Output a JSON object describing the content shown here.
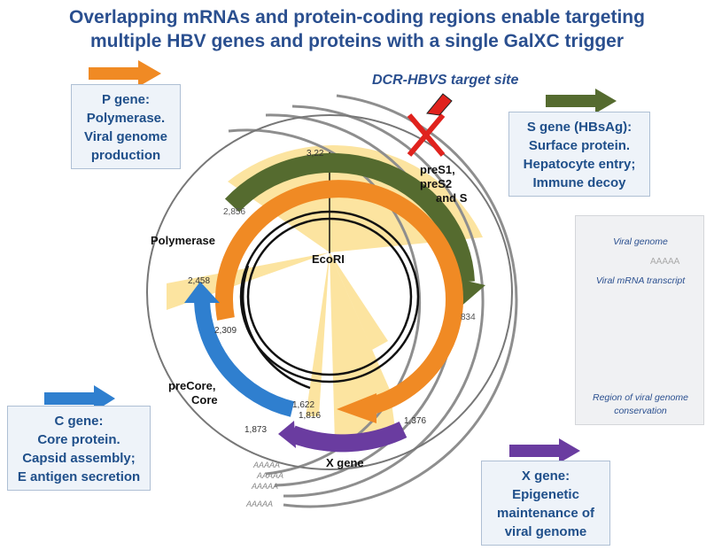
{
  "title": {
    "line1": "Overlapping mRNAs and protein-coding regions enable targeting",
    "line2": "multiple HBV genes and proteins with a single GalXC trigger"
  },
  "target_site": "DCR-HBVS target site",
  "gene_boxes": {
    "p": {
      "title": "P gene:",
      "line1": "Polymerase.",
      "line2": "Viral genome",
      "line3": "production"
    },
    "s": {
      "title": "S gene (HBsAg):",
      "line1": "Surface protein.",
      "line2": "Hepatocyte entry;",
      "line3": "Immune decoy"
    },
    "c": {
      "title": "C gene:",
      "line1": "Core protein.",
      "line2": "Capsid assembly;",
      "line3": "E antigen secretion"
    },
    "x": {
      "title": "X gene:",
      "line1": "Epigenetic",
      "line2": "maintenance of",
      "line3": "viral genome"
    }
  },
  "diagram_labels": {
    "preS": "preS1,",
    "preS2": "preS2",
    "andS": "and S",
    "polymerase": "Polymerase",
    "ecori": "EcoRI",
    "precore": "preCore,",
    "core": "Core",
    "xgene": "X gene"
  },
  "positions": {
    "p3221": "3,22",
    "p2856": "2,856",
    "p2458": "2,458",
    "p2309": "2,309",
    "p834": "834",
    "p1622": "1,622",
    "p1816": "1,816",
    "p1873": "1,873",
    "p1376": "1,376"
  },
  "polya": "AAAAA",
  "legend": {
    "genome": "Viral genome",
    "mrna": "Viral mRNA transcript",
    "mrna_tail": "AAAAA",
    "region1": "Region of viral genome",
    "region2": "conservation"
  },
  "colors": {
    "orange": "#f08a24",
    "green": "#556b2f",
    "blue": "#2f7fcf",
    "purple": "#6a3ca0",
    "conservation": "#fce4a0",
    "title_blue": "#2a4f8f",
    "red": "#e0221d"
  }
}
